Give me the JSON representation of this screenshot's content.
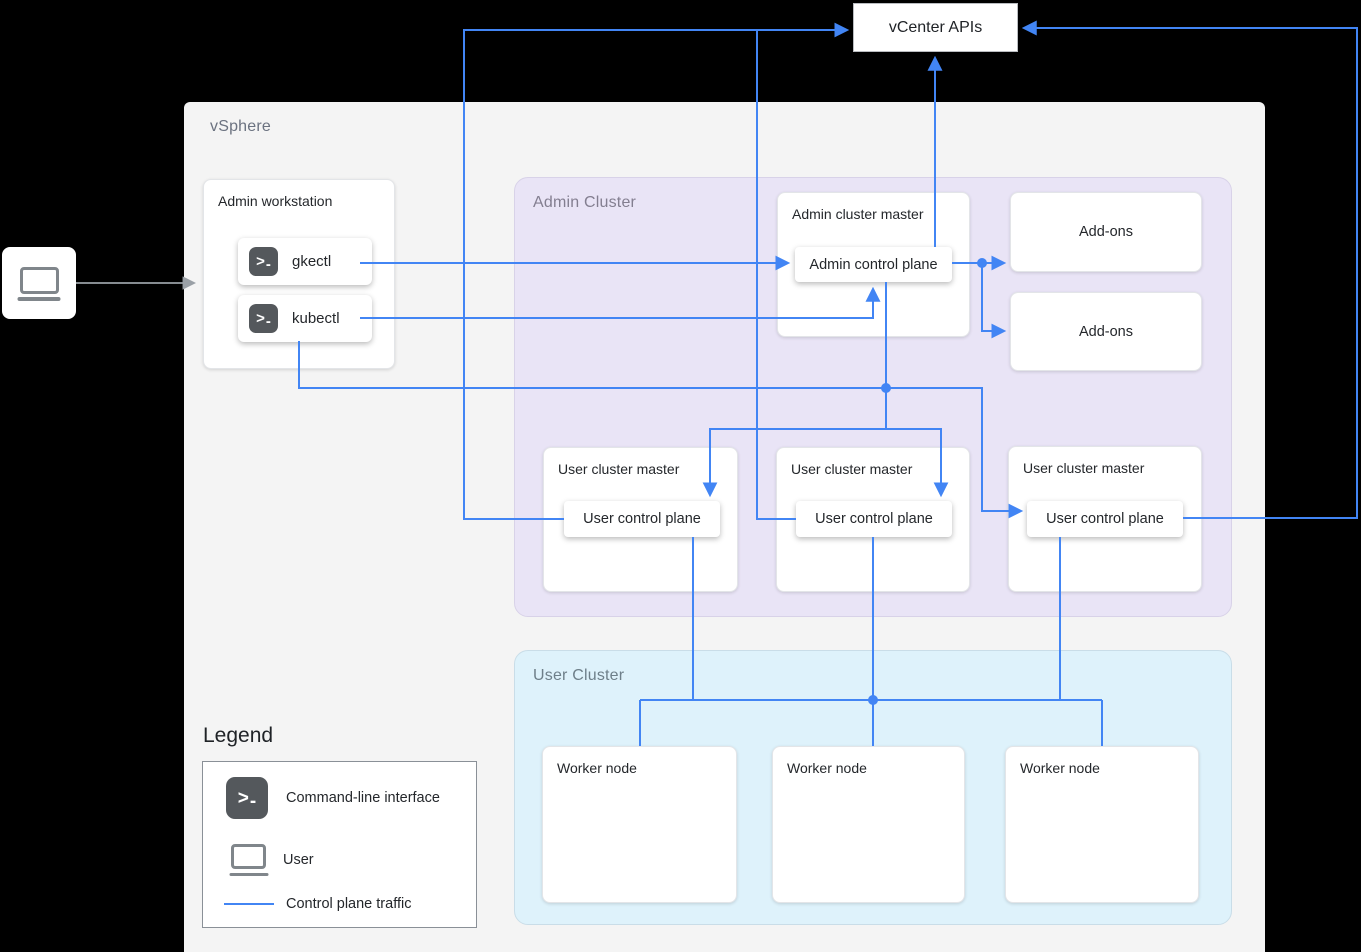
{
  "vcenter": {
    "label": "vCenter APIs"
  },
  "vsphere": {
    "label": "vSphere"
  },
  "user_source": {
    "icon": "laptop-icon"
  },
  "admin_workstation": {
    "title": "Admin workstation",
    "tools": [
      {
        "icon": "terminal-icon",
        "label": "gkectl"
      },
      {
        "icon": "terminal-icon",
        "label": "kubectl"
      }
    ]
  },
  "admin_cluster": {
    "label": "Admin Cluster",
    "master": {
      "title": "Admin cluster master",
      "control_plane": "Admin control plane"
    },
    "addons": [
      {
        "label": "Add-ons"
      },
      {
        "label": "Add-ons"
      }
    ],
    "user_masters": [
      {
        "title": "User cluster master",
        "control_plane": "User control plane"
      },
      {
        "title": "User cluster master",
        "control_plane": "User control plane"
      },
      {
        "title": "User cluster master",
        "control_plane": "User control plane"
      }
    ]
  },
  "user_cluster": {
    "label": "User Cluster",
    "workers": [
      {
        "label": "Worker node"
      },
      {
        "label": "Worker node"
      },
      {
        "label": "Worker node"
      }
    ]
  },
  "legend": {
    "title": "Legend",
    "items": [
      {
        "icon": "terminal-icon",
        "label": "Command-line interface"
      },
      {
        "icon": "laptop-icon",
        "label": "User"
      },
      {
        "icon": "control-plane-line",
        "label": "Control plane traffic"
      }
    ]
  },
  "icons": {
    "terminal_glyph_left": ">",
    "terminal_glyph_right": "-"
  },
  "colors": {
    "accent_blue": "#4285F4",
    "background": "#000000",
    "vsphere_bg": "#f4f4f4",
    "admin_cluster_bg": "#e9e4f6",
    "user_cluster_bg": "#def2fb",
    "terminal_icon_bg": "#54585c",
    "icon_gray": "#80868b"
  }
}
